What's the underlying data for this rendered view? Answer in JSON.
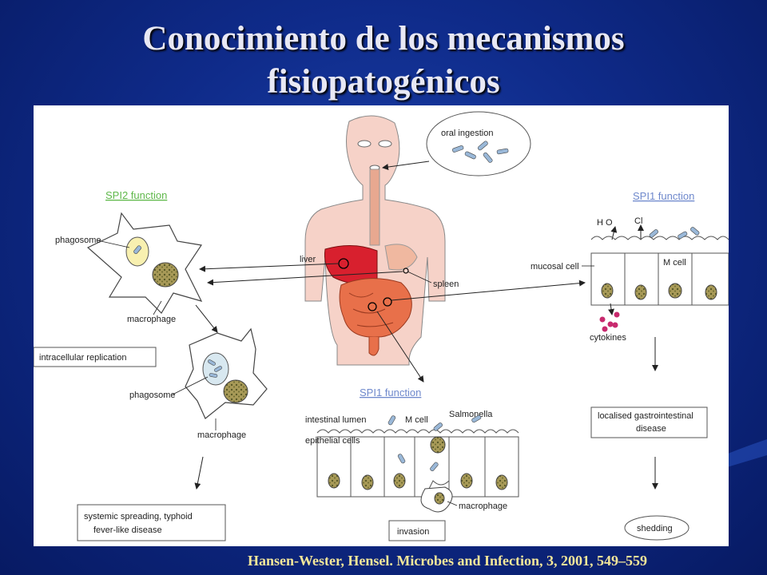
{
  "slide": {
    "title_line1": "Conocimiento de los mecanismos",
    "title_line2": "fisiopatogénicos",
    "citation": "Hansen-Wester, Hensel. Microbes and Infection, 3, 2001, 549–559"
  },
  "diagram": {
    "oral_ingestion": "oral ingestion",
    "spi2_function": "SPI2 function",
    "spi1_function_right": "SPI1 function",
    "spi1_function_bottom": "SPI1 function",
    "phagosome_top": "phagosome",
    "macrophage_top": "macrophage",
    "intracellular_replication": "intracellular replication",
    "phagosome_bottom": "phagosome",
    "macrophage_bottom": "macrophage",
    "systemic_line1": "systemic spreading, typhoid",
    "systemic_line2": "fever-like disease",
    "liver": "liver",
    "spleen": "spleen",
    "mucosal_cell": "mucosal cell",
    "h2o": "H O",
    "cl": "Cl",
    "m_cell_right": "M cell",
    "cytokines": "cytokines",
    "localised_line1": "localised gastrointestinal",
    "localised_line2": "disease",
    "shedding": "shedding",
    "intestinal_lumen": "intestinal lumen",
    "m_cell_bottom": "M cell",
    "salmonella": "Salmonella",
    "epithelial_cells": "epithelial cells",
    "macrophage_invasion": "macrophage",
    "invasion": "invasion"
  }
}
